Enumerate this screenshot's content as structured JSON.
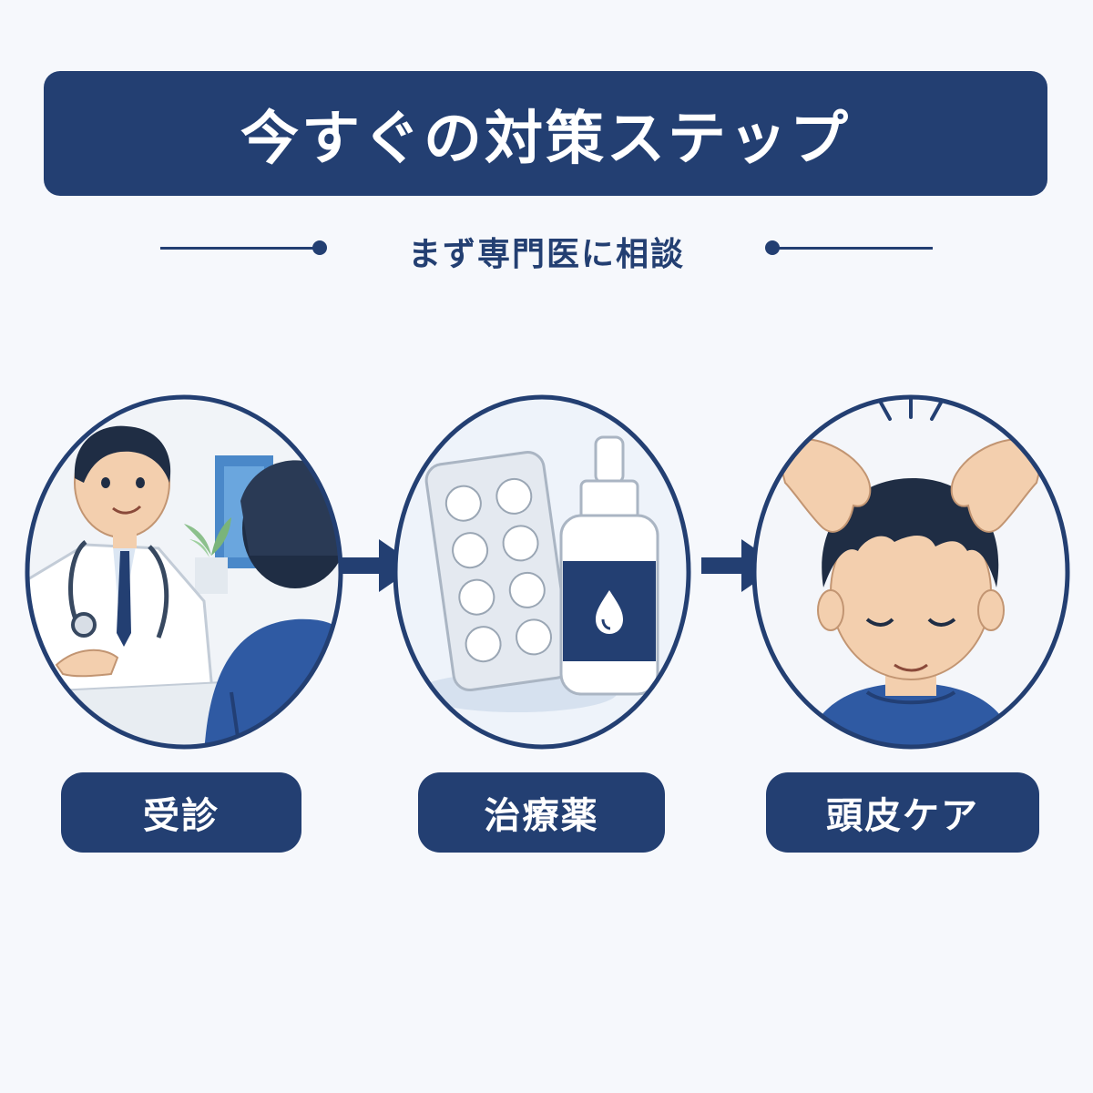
{
  "title": "今すぐの対策ステップ",
  "subtitle": "まず専門医に相談",
  "steps": [
    {
      "label": "受診",
      "icon": "doctor-consultation-illustration"
    },
    {
      "label": "治療薬",
      "icon": "medicine-illustration"
    },
    {
      "label": "頭皮ケア",
      "icon": "scalp-massage-illustration"
    }
  ],
  "colors": {
    "primary": "#233f72",
    "background": "#f6f8fc",
    "text_on_primary": "#ffffff"
  }
}
